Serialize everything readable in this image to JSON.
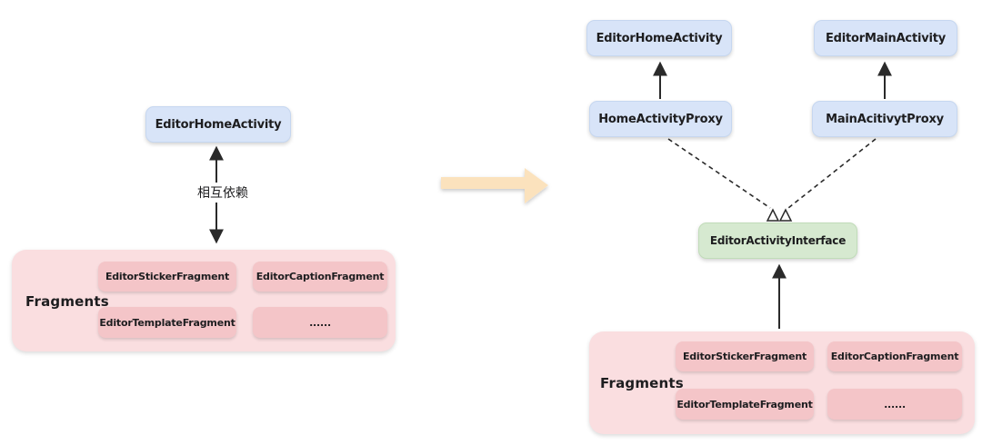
{
  "diagram": {
    "before": {
      "activity_label": "EditorHomeActivity",
      "dependency_label": "相互依赖",
      "fragments_title": "Fragments",
      "fragment_items": [
        "EditorStickerFragment",
        "EditorCaptionFragment",
        "EditorTemplateFragment",
        "......"
      ]
    },
    "after": {
      "home_activity_label": "EditorHomeActivity",
      "main_activity_label": "EditorMainActivity",
      "home_proxy_label": "HomeActivityProxy",
      "main_proxy_label": "MainAcitivytProxy",
      "interface_label": "EditorActivityInterface",
      "fragments_title": "Fragments",
      "fragment_items": [
        "EditorStickerFragment",
        "EditorCaptionFragment",
        "EditorTemplateFragment",
        "......"
      ]
    },
    "colors": {
      "activity_fill": "#d8e4f8",
      "activity_border": "#c6d7f0",
      "interface_fill": "#d6e9d0",
      "interface_border": "#c1dcb9",
      "container_fill": "#fadee0",
      "fragment_fill": "#f4c5c8",
      "transform_arrow_fill": "#fbe2bd",
      "line_color": "#2a2a2a",
      "text_color": "#1d1d1f"
    }
  }
}
